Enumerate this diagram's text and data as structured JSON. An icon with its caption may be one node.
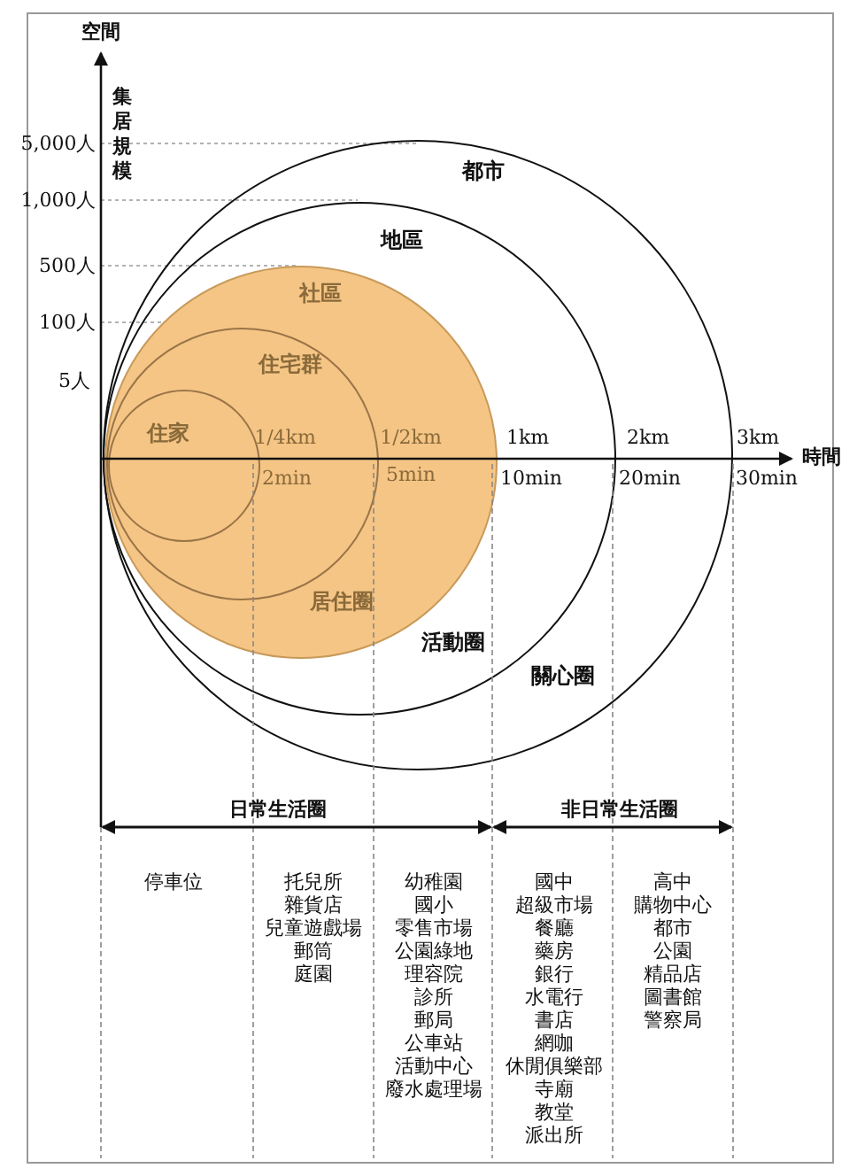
{
  "diagram": {
    "nodes": [
      {
        "text": [
          "都市"
        ]
      },
      {
        "text": [
          "地區"
        ],
        "in": 0
      },
      {
        "text": [
          "社區",
          "居住圈"
        ],
        "in": 1
      },
      {
        "text": [
          "住宅群"
        ],
        "in": 2
      },
      {
        "text": [
          "住家"
        ],
        "in": 3
      }
    ],
    "labels": [
      "空間",
      "集居規模",
      "5,000人",
      "1,000人",
      "500人",
      "100人",
      "5人",
      "1/4km",
      "1/2km",
      "1km",
      "2km",
      "3km",
      "時間",
      "2min",
      "5min",
      "10min",
      "20min",
      "30min",
      "日常生活圈",
      "非日常生活圈",
      "活動圈",
      "關心圈",
      "停車位",
      "托兒所",
      "雜貨店",
      "兒童遊戲場",
      "郵筒",
      "庭園",
      "幼稚園",
      "國小",
      "零售市場",
      "公園綠地",
      "理容院",
      "診所",
      "郵局",
      "公車站",
      "活動中心",
      "廢水處理場",
      "國中",
      "超級市場",
      "餐廳",
      "藥房",
      "銀行",
      "水電行",
      "書店",
      "網咖",
      "休閒俱樂部",
      "寺廟",
      "教堂",
      "派出所",
      "高中",
      "購物中心",
      "都市",
      "公園",
      "精品店",
      "圖書館",
      "警察局"
    ]
  }
}
